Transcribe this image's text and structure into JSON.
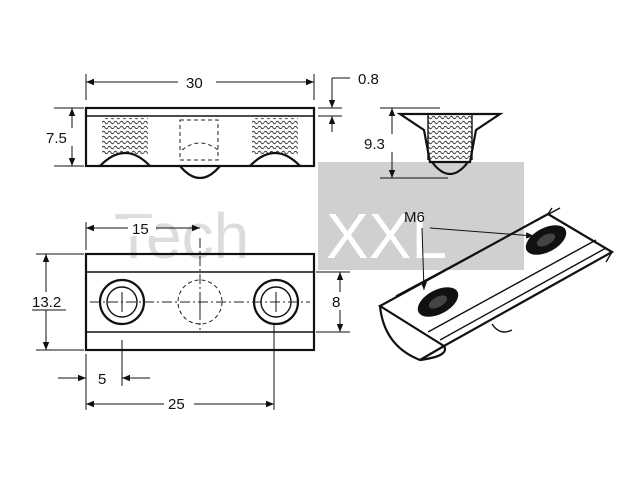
{
  "watermark": {
    "part1": "Tech",
    "part2": "XXL",
    "box_color": "#c8c8c8",
    "text_color": "#ffffff"
  },
  "dimensions": {
    "top_width": "30",
    "top_thickness": "0.8",
    "top_height": "7.5",
    "side_height": "9.3",
    "hole_spacing_half": "15",
    "total_height": "13.2",
    "slot_height": "8",
    "edge_offset": "5",
    "hole_span": "25",
    "thread": "M6"
  }
}
